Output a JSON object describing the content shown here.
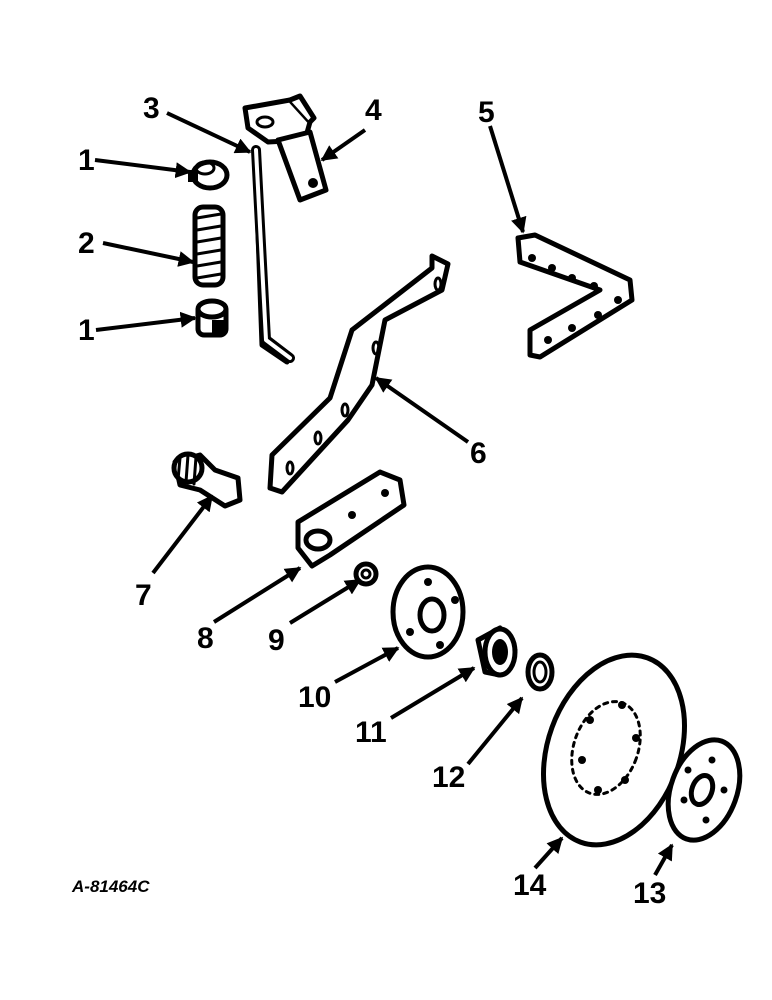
{
  "figure_code": "A-81464C",
  "callouts": [
    "1",
    "2",
    "3",
    "4",
    "5",
    "6",
    "7",
    "8",
    "9",
    "10",
    "11",
    "12",
    "13",
    "14"
  ]
}
